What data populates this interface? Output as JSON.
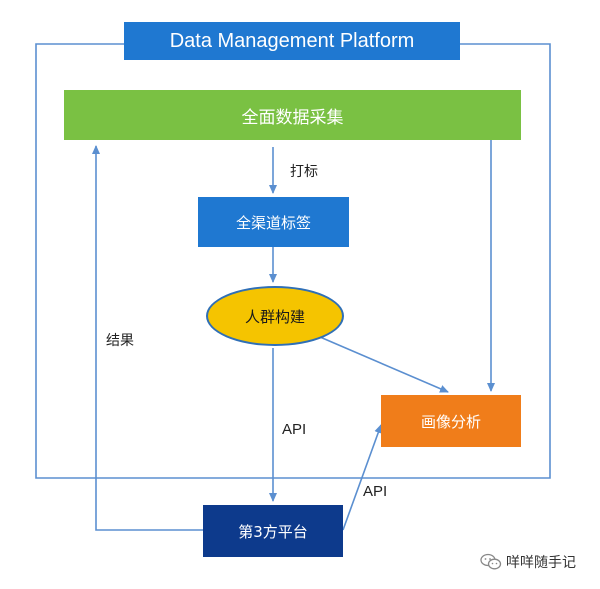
{
  "diagram": {
    "title": "Data Management Platform",
    "nodes": {
      "collect": "全面数据采集",
      "channel_tag": "全渠道标签",
      "crowd_build": "人群构建",
      "profile_analysis": "画像分析",
      "third_party": "第3方平台"
    },
    "edge_labels": {
      "tagging": "打标",
      "result": "结果",
      "api_down": "API",
      "api_up": "API"
    },
    "colors": {
      "title": "#1f78d1",
      "collect": "#7ac143",
      "channel_tag": "#1f78d1",
      "crowd_build": "#f5c400",
      "profile_analysis": "#f07d1a",
      "third_party": "#0d3a8c",
      "lines": "#5b8fd0"
    }
  },
  "watermark": {
    "icon": "wechat-icon",
    "text": "咩咩随手记"
  }
}
